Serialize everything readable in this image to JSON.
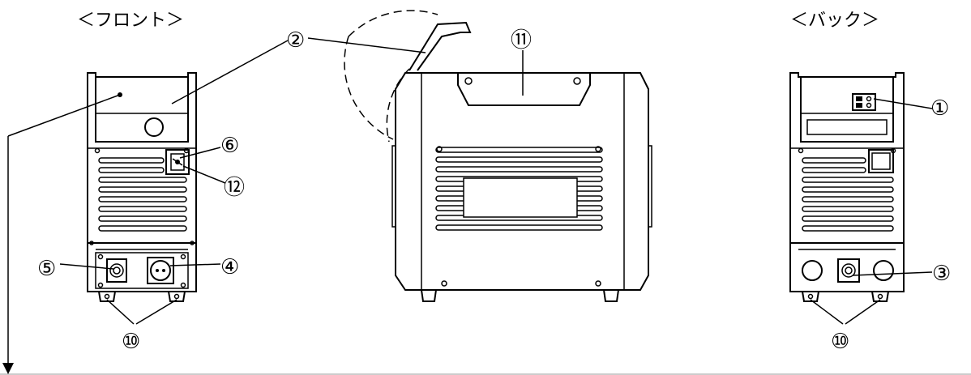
{
  "headings": {
    "front": "＜フロント＞",
    "back": "＜バック＞"
  },
  "callouts": {
    "c1": "①",
    "c2": "②",
    "c3": "③",
    "c4": "④",
    "c5": "⑤",
    "c6": "⑥",
    "c10_front": "⑩",
    "c10_back": "⑩",
    "c11": "⑪",
    "c12": "⑫"
  }
}
